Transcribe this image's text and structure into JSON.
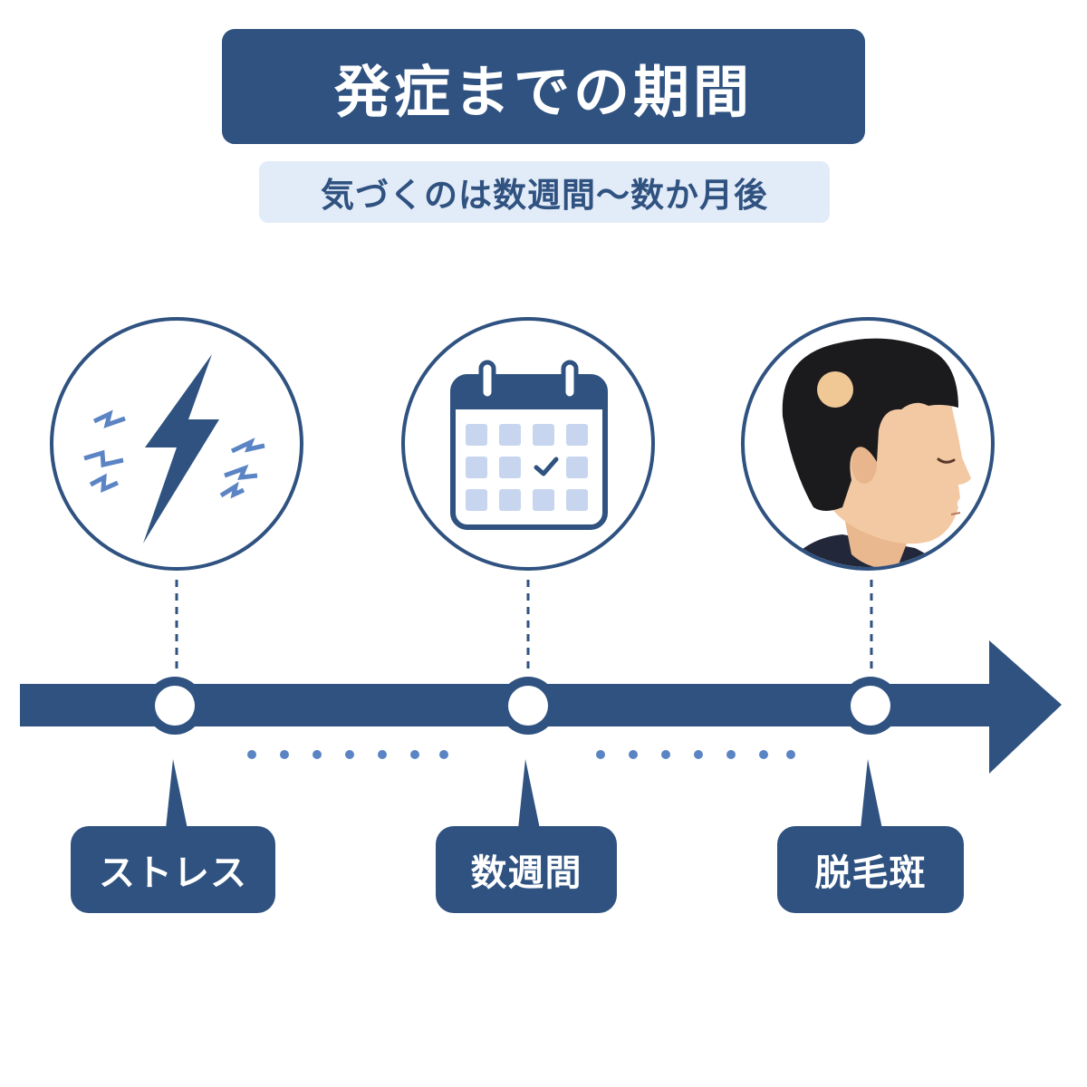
{
  "header": {
    "title": "発症までの期間",
    "subtitle": "気づくのは数週間〜数か月後"
  },
  "timeline": {
    "stages": [
      {
        "label": "ストレス",
        "icon": "lightning-icon"
      },
      {
        "label": "数週間",
        "icon": "calendar-icon"
      },
      {
        "label": "脱毛斑",
        "icon": "hair-loss-person-icon"
      }
    ]
  },
  "colors": {
    "primary": "#2f5280",
    "subtitle_bg": "#e2ebf8",
    "calendar_cell": "#c7d6ee",
    "accent_light": "#5b84c4",
    "skin": "#f3c9a3",
    "bald_spot": "#f0c896",
    "hair": "#1b1b1d"
  }
}
